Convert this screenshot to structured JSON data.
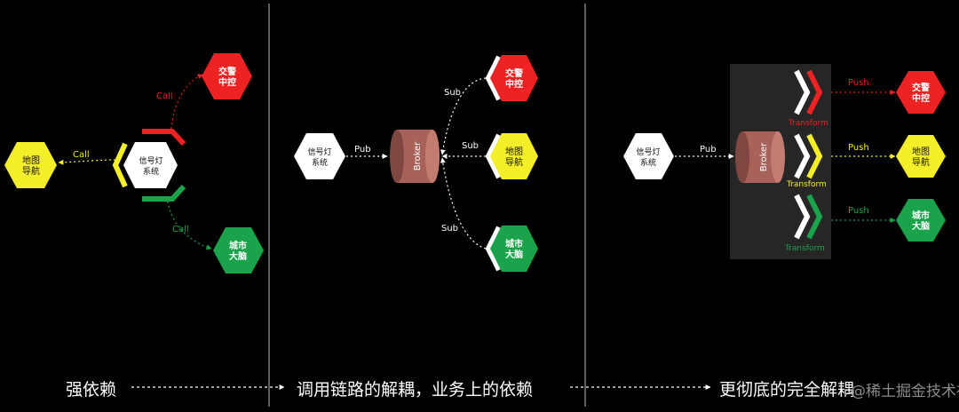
{
  "panels": [
    {
      "center": "信号灯\n系统",
      "left_target": "地图\n导航",
      "top_target": "交警\n中控",
      "bottom_target": "城市\n大脑",
      "call_labels": [
        "Call",
        "Call",
        "Call"
      ]
    },
    {
      "publisher": "信号灯\n系统",
      "pub_label": "Pub",
      "broker": "Broker",
      "sub_labels": [
        "Sub",
        "Sub",
        "Sub"
      ],
      "subscribers": [
        "交警\n中控",
        "地图\n导航",
        "城市\n大脑"
      ]
    },
    {
      "publisher": "信号灯\n系统",
      "pub_label": "Pub",
      "broker": "Broker",
      "transform_labels": [
        "Transform",
        "Transform",
        "Transform"
      ],
      "push_labels": [
        "Push",
        "Push",
        "Push"
      ],
      "targets": [
        "交警\n中控",
        "地图\n导航",
        "城市\n大脑"
      ]
    }
  ],
  "captions": [
    "强依赖",
    "调用链路的解耦，业务上的依赖",
    "更彻底的完全解耦"
  ],
  "watermark": "@稀土掘金技术社区",
  "colors": {
    "red": "#ee2222",
    "yellow": "#f5ef2a",
    "green": "#1aa34a",
    "white": "#ffffff",
    "broker": "#a8625a"
  }
}
